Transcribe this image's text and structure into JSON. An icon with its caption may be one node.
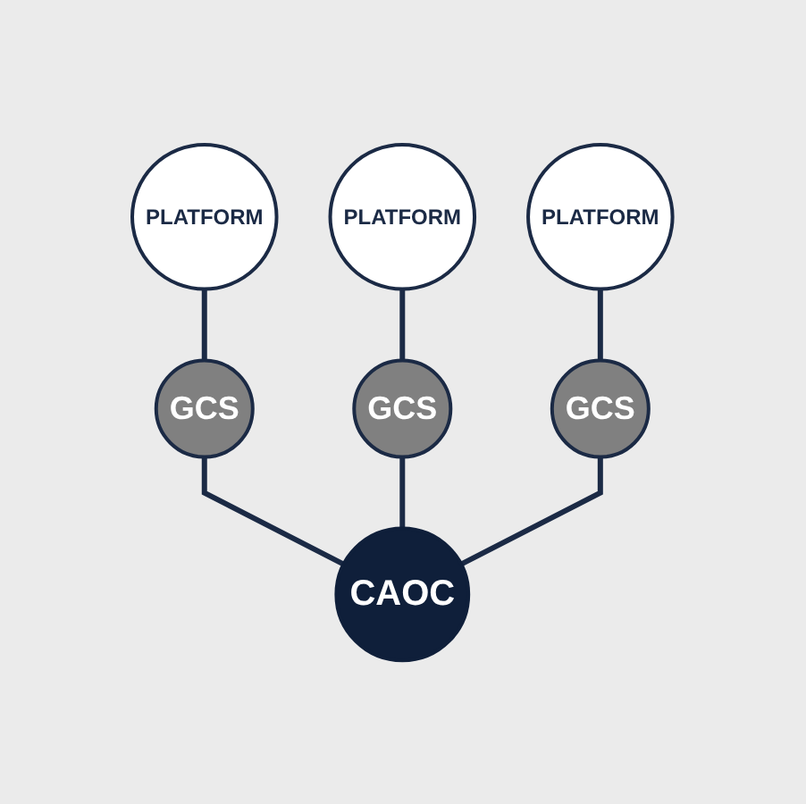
{
  "diagram": {
    "nodes": [
      {
        "text": [
          "PLATFORM"
        ]
      },
      {
        "text": [
          "PLATFORM"
        ]
      },
      {
        "text": [
          "PLATFORM"
        ]
      },
      {
        "text": [
          "GCS"
        ]
      },
      {
        "text": [
          "GCS"
        ]
      },
      {
        "text": [
          "GCS"
        ]
      },
      {
        "text": [
          "CAOC"
        ]
      }
    ],
    "edges": [
      {
        "from": 0,
        "to": 3,
        "arrow": "none"
      },
      {
        "from": 1,
        "to": 4,
        "arrow": "none"
      },
      {
        "from": 2,
        "to": 5,
        "arrow": "none"
      },
      {
        "from": 3,
        "to": 6,
        "arrow": "none"
      },
      {
        "from": 4,
        "to": 6,
        "arrow": "none"
      },
      {
        "from": 5,
        "to": 6,
        "arrow": "none"
      }
    ]
  }
}
